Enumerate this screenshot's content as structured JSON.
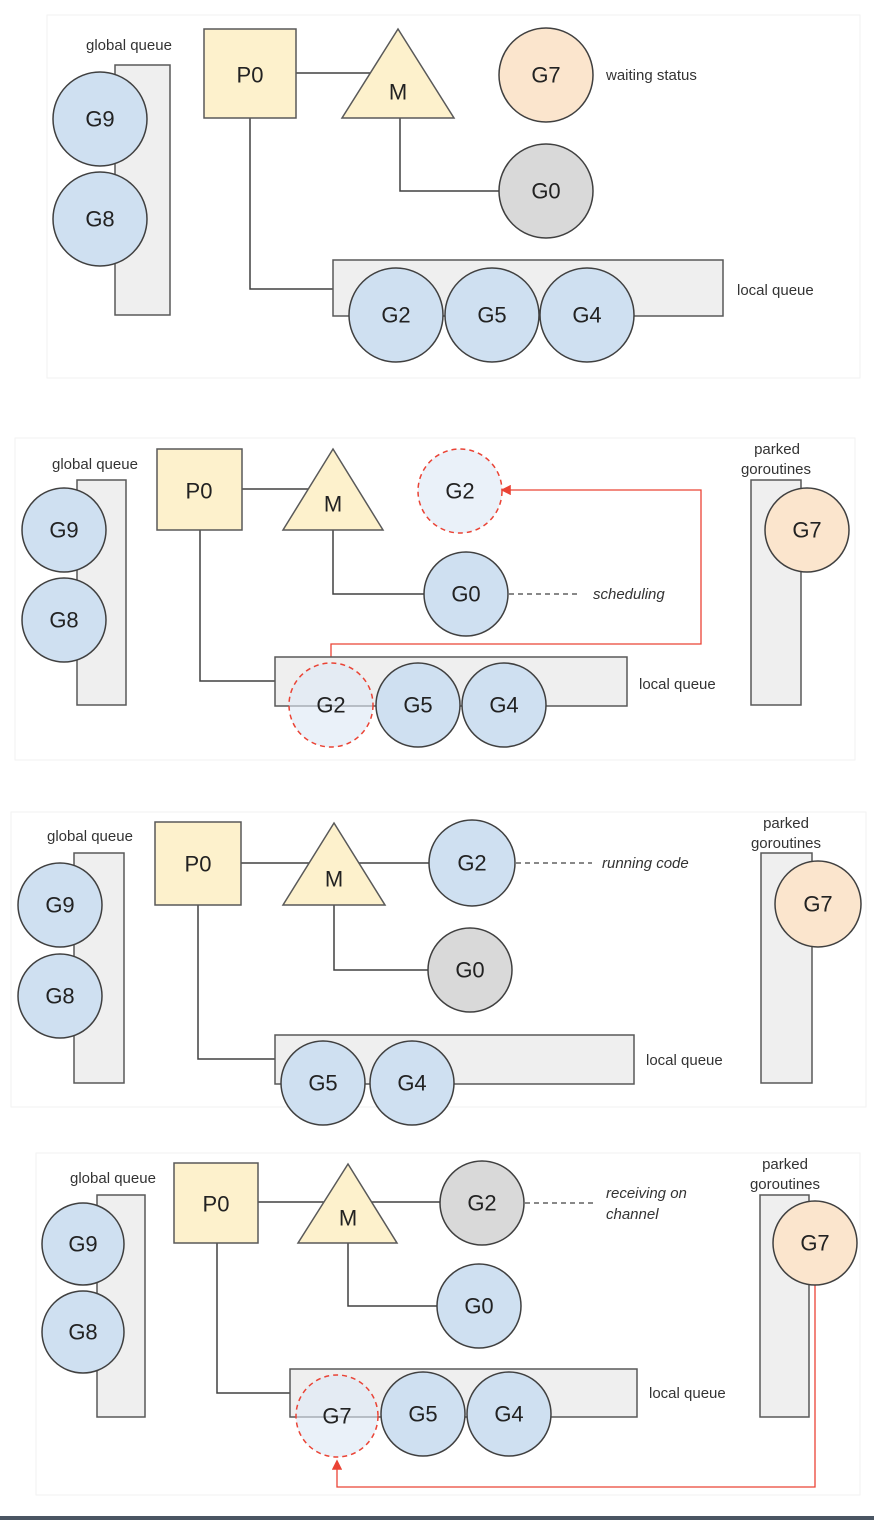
{
  "labels": {
    "global_queue": "global queue",
    "local_queue": "local queue",
    "parked_line1": "parked",
    "parked_line2": "goroutines",
    "processor": "P0",
    "machine": "M"
  },
  "colors": {
    "runnable": "#cfe0f1",
    "idle": "#d9d9d9",
    "waiting": "#fbe5cd",
    "processor": "#fdf1cc",
    "transition": "#ea4335"
  },
  "panels": [
    {
      "global_queue": [
        "G9",
        "G8"
      ],
      "running": null,
      "g0": {
        "name": "G0",
        "state": "idle"
      },
      "local_queue": [
        {
          "name": "G2",
          "state": "runnable"
        },
        {
          "name": "G5",
          "state": "runnable"
        },
        {
          "name": "G4",
          "state": "runnable"
        }
      ],
      "waiting": {
        "name": "G7",
        "state": "waiting",
        "note": "waiting status"
      }
    },
    {
      "global_queue": [
        "G9",
        "G8"
      ],
      "moving": {
        "name": "G2",
        "from": "local queue",
        "to": "M"
      },
      "g0": {
        "name": "G0",
        "state": "runnable",
        "note": "scheduling"
      },
      "local_queue": [
        {
          "name": "G2",
          "state": "leaving"
        },
        {
          "name": "G5",
          "state": "runnable"
        },
        {
          "name": "G4",
          "state": "runnable"
        }
      ],
      "parked": [
        {
          "name": "G7",
          "state": "waiting"
        }
      ]
    },
    {
      "global_queue": [
        "G9",
        "G8"
      ],
      "running": {
        "name": "G2",
        "state": "runnable",
        "note": "running code"
      },
      "g0": {
        "name": "G0",
        "state": "idle"
      },
      "local_queue": [
        {
          "name": "G5",
          "state": "runnable"
        },
        {
          "name": "G4",
          "state": "runnable"
        }
      ],
      "parked": [
        {
          "name": "G7",
          "state": "waiting"
        }
      ]
    },
    {
      "global_queue": [
        "G9",
        "G8"
      ],
      "running": {
        "name": "G2",
        "state": "idle",
        "note_line1": "receiving on",
        "note_line2": "channel"
      },
      "g0": {
        "name": "G0",
        "state": "runnable"
      },
      "local_queue": [
        {
          "name": "G7",
          "state": "arriving"
        },
        {
          "name": "G5",
          "state": "runnable"
        },
        {
          "name": "G4",
          "state": "runnable"
        }
      ],
      "parked": [
        {
          "name": "G7",
          "state": "waiting"
        }
      ],
      "moving": {
        "name": "G7",
        "from": "parked goroutines",
        "to": "local queue"
      }
    }
  ]
}
